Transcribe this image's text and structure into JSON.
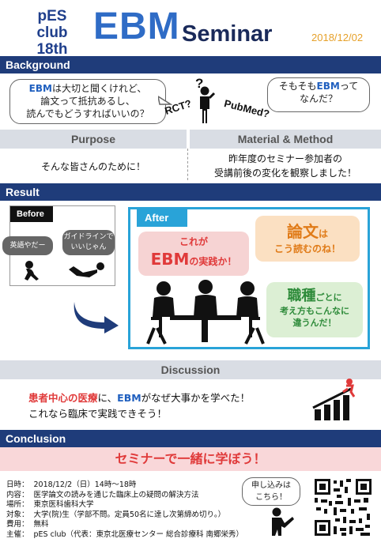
{
  "header": {
    "club_line1": "pES club",
    "club_line2": "18th",
    "ebm": "EBM",
    "seminar": "Seminar",
    "date": "2018/12/02"
  },
  "sections": {
    "background": "Background",
    "result": "Result",
    "conclusion": "Conclusion"
  },
  "background": {
    "bubble_left_ebm": "EBM",
    "bubble_left_line1_rest": "は大切と聞くけれど、",
    "bubble_left_line2": "論文って抵抗あるし、",
    "bubble_left_line3": "読んでもどうすればいいの？",
    "bubble_right_pre": "そもそも",
    "bubble_right_ebm": "EBM",
    "bubble_right_post": "って",
    "bubble_right_line2": "なんだ？",
    "tag_rct": "RCT?",
    "tag_pubmed": "PubMed?",
    "question_mark": "?"
  },
  "purpose": {
    "heading": "Purpose",
    "text": "そんな皆さんのために！"
  },
  "method": {
    "heading": "Material & Method",
    "line1": "昨年度のセミナー参加者の",
    "line2": "受講前後の変化を観察しました！"
  },
  "result": {
    "before_label": "Before",
    "before_bubble1": "英語やだー",
    "before_bubble2_line1": "ガイドラインで",
    "before_bubble2_line2": "いいじゃん",
    "after_label": "After",
    "after_bubble1_line1": "これが",
    "after_bubble1_ebm": "EBM",
    "after_bubble1_rest": "の実践か！",
    "after_bubble2_big1": "論",
    "after_bubble2_big2": "文",
    "after_bubble2_small": "は",
    "after_bubble2_line2": "こう読むのね！",
    "after_bubble3_big": "職種",
    "after_bubble3_small": "ごとに",
    "after_bubble3_line2": "考え方もこんなに",
    "after_bubble3_line3": "違うんだ！"
  },
  "discussion": {
    "heading": "Discussion",
    "red_part": "患者中心の医療",
    "mid1": "に、",
    "ebm": "EBM",
    "mid2": "がなぜ大事かを学べた！",
    "line2": "これなら臨床で実践できそう！"
  },
  "conclusion": {
    "banner": "セミナーで一緒に学ぼう！"
  },
  "info": {
    "rows": [
      {
        "label": "日時：",
        "value": "2018/12/2（日）14時～18時"
      },
      {
        "label": "内容：",
        "value": "医学論文の読みを通じた臨床上の疑問の解決方法"
      },
      {
        "label": "場所：",
        "value": "東京医科歯科大学"
      },
      {
        "label": "対象：",
        "value": "大学(院)生（学部不問。定員50名に達し次第締め切り。）"
      },
      {
        "label": "費用：",
        "value": "無料"
      },
      {
        "label": "主催：",
        "value": "pES club（代表：東京北医療センター 総合診療科 南郷栄秀）"
      }
    ],
    "apply_line1": "申し込みは",
    "apply_line2": "こちら！"
  },
  "colors": {
    "navy": "#1f3c7a",
    "blue": "#2f6cc6",
    "red": "#e03a3a",
    "orange": "#e6a12a",
    "green": "#2e8b3a",
    "banner_bg": "#f9d7d9"
  }
}
